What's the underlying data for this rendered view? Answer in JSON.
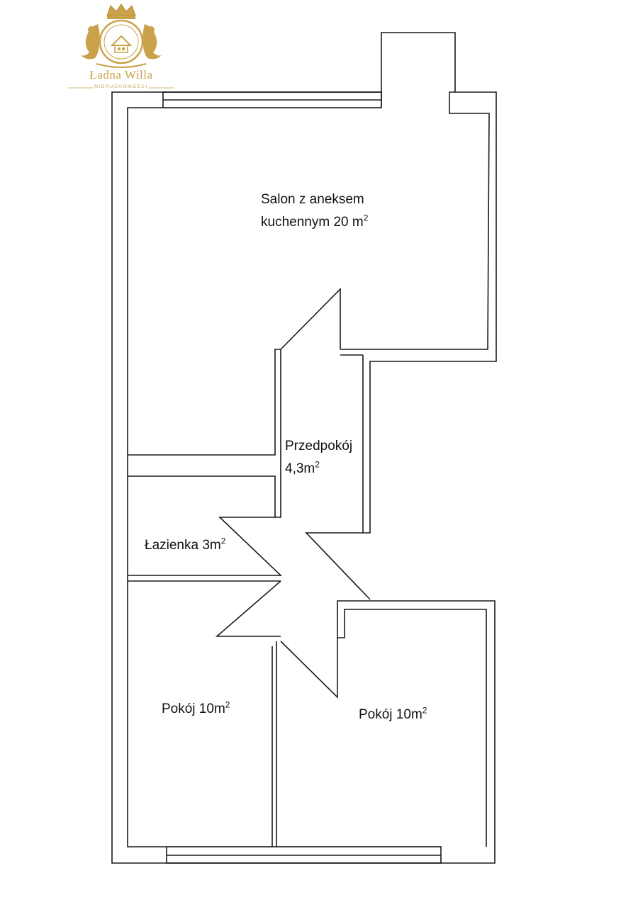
{
  "logo": {
    "name": "Ładna Willa",
    "subtitle": "NIERUCHOMOŚCI",
    "color": "#c9a24a"
  },
  "rooms": [
    {
      "name_line1": "Salon z aneksem",
      "name_line2": "kuchennym 20 m",
      "sup": "2"
    },
    {
      "name_line1": "Przedpokój",
      "name_line2": "4,3m",
      "sup": "2"
    },
    {
      "name": "Łazienka 3m",
      "sup": "2"
    },
    {
      "name": "Pokój 10m",
      "sup": "2"
    },
    {
      "name": "Pokój 10m",
      "sup": "2"
    }
  ],
  "colors": {
    "wall": "#1a1a1a",
    "background": "#ffffff"
  }
}
